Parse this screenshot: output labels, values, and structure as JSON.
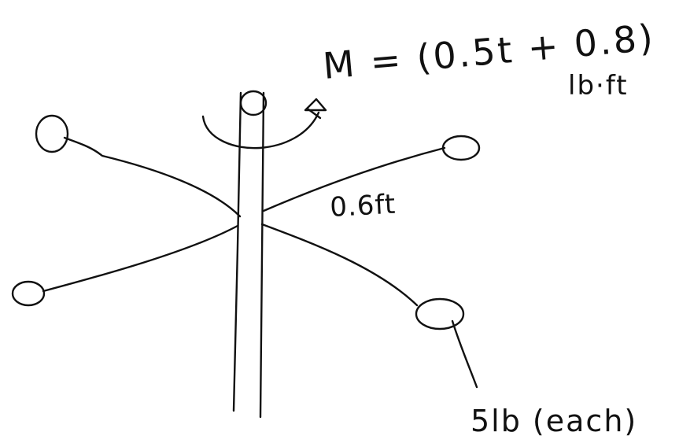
{
  "labels": {
    "moment": "M = (0.5t + 0.8)",
    "moment_unit": "lb·ft",
    "arm_length": "0.6ft",
    "weight": "5lb (each)"
  },
  "colors": {
    "ink": "#111111",
    "paper": "#ffffff"
  }
}
